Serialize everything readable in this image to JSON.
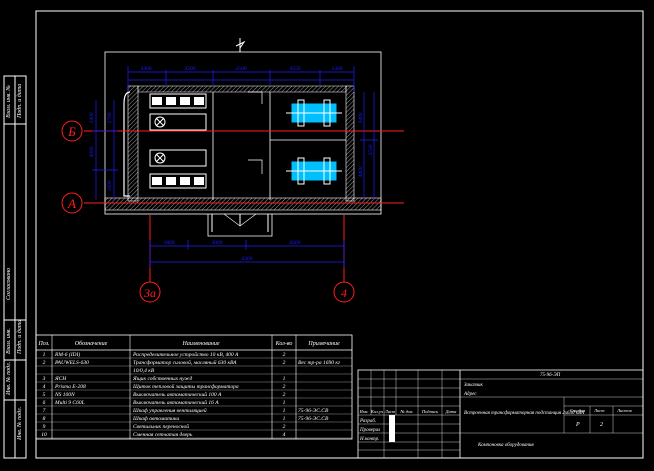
{
  "colors": {
    "background": "#000000",
    "frame": "#ffffff",
    "dimension": "#1e1eff",
    "axis": "#ff1e1e",
    "equipment": "#00bfff",
    "wall": "#ffffff"
  },
  "plan": {
    "axes": {
      "row_b": "Б",
      "row_a": "А",
      "col_3a": "3а",
      "col_4": "4"
    },
    "dimensions": {
      "top": [
        "3300",
        "3200",
        "2500",
        "4550",
        "1300"
      ],
      "bottom_segments": [
        "1800",
        "3000",
        "6600"
      ],
      "bottom_total": "6300",
      "left": [
        "2400",
        "4000",
        "2700",
        "1600"
      ],
      "right": [
        "3400",
        "4400",
        "2500"
      ]
    }
  },
  "spec_table": {
    "headers": [
      "Поз.",
      "Обозначение",
      "Наименование",
      "Кол-во",
      "Примечание"
    ],
    "rows": [
      [
        "1",
        "RM-6 (IDI)",
        "Распределительное устройство 10 кВ, 400 А",
        "2",
        ""
      ],
      [
        "2",
        "PAUWELS-630",
        "Трансформатор силовой, масляный 630 кВА",
        "2",
        "Вес тр-ра 1690 кг"
      ],
      [
        "",
        "",
        "10/0,4 кВ",
        "",
        ""
      ],
      [
        "3",
        "ЯСН",
        "Ящик собственных нужд",
        "1",
        ""
      ],
      [
        "4",
        "Prisma E-208",
        "Щиток тепловой защиты трансформатора",
        "2",
        ""
      ],
      [
        "5",
        "NS 100N",
        "Выключатель автоматический 100 А",
        "2",
        ""
      ],
      [
        "6",
        "Multi 9 C60L",
        "Выключатель автоматический 16 А",
        "1",
        ""
      ],
      [
        "7",
        "",
        "Шкаф управления вентиляцией",
        "1",
        "75-96-ЭС.СВ"
      ],
      [
        "8",
        "",
        "Шкаф автоматики",
        "1",
        "75-96-ЭС.СВ"
      ],
      [
        "9",
        "",
        "Светильник переносной",
        "2",
        ""
      ],
      [
        "10",
        "",
        "Сменная сетчатая дверь",
        "4",
        ""
      ]
    ]
  },
  "stamp": {
    "code": "75-96-ЭП",
    "line1": "Заказчик",
    "line2": "Адрес",
    "title": "Встроенная трансформаторная подстанция 2х630 кВА",
    "stage_label": "Стадия",
    "sheet_label": "Лист",
    "sheets_label": "Листов",
    "stage_value": "Р",
    "sheet_value": "2",
    "footer": "Компоновка оборудования",
    "header_cols": [
      "Изм.",
      "Кол.уч",
      "Лист",
      "№ док.",
      "Подпись",
      "Дата"
    ],
    "roles": [
      "Разраб.",
      "Проверил",
      "Н.контр."
    ]
  },
  "side_labels": [
    "Взам. инв. №",
    "Подп. и дата",
    "Инв. № подл.",
    "Согласовано",
    "Взам. инв.",
    "Подп. и дата",
    "Инв. № подл."
  ]
}
